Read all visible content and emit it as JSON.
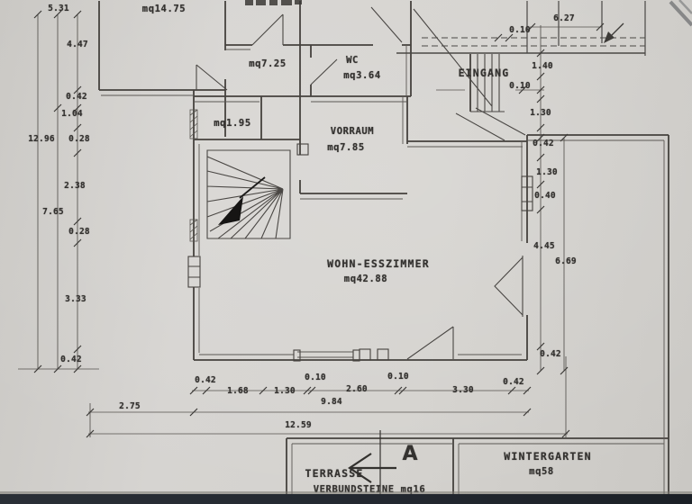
{
  "plan": {
    "title_note": "floor plan scan",
    "rooms": [
      {
        "name": "",
        "area": "mq14.75"
      },
      {
        "name": "",
        "area": "mq7.25"
      },
      {
        "name": "WC",
        "area": "mq3.64"
      },
      {
        "name": "",
        "area": "mq1.95"
      },
      {
        "name": "VORRAUM",
        "area": "mq7.85"
      },
      {
        "name": "EINGANG",
        "area": ""
      },
      {
        "name": "WOHN-ESSZIMMER",
        "area": "mq42.88"
      },
      {
        "name": "TERRASSE",
        "area": "VERBUNDSTEINE mq16"
      },
      {
        "name": "WINTERGARTEN",
        "area": "mq58"
      }
    ],
    "section_marker": "A",
    "dims_left": [
      "5.31",
      "4.47",
      "0.42",
      "1.04",
      "12.96",
      "0.28",
      "2.38",
      "7.65",
      "0.28",
      "3.33",
      "0.42"
    ],
    "dims_right": [
      "6.27",
      "0.10",
      "1.40",
      "0.10",
      "1.30",
      "0.42",
      "1.30",
      "0.40",
      "4.45",
      "6.69",
      "0.42"
    ],
    "dims_bottom": [
      "0.42",
      "1.68",
      "1.30",
      "0.10",
      "2.60",
      "0.10",
      "3.30",
      "0.42",
      "9.84",
      "2.75",
      "12.59"
    ],
    "colors": {
      "paper": "#d4d2ce",
      "ink": "#343230",
      "wall_line": "#45423e",
      "photo_edge": "#232830"
    }
  }
}
